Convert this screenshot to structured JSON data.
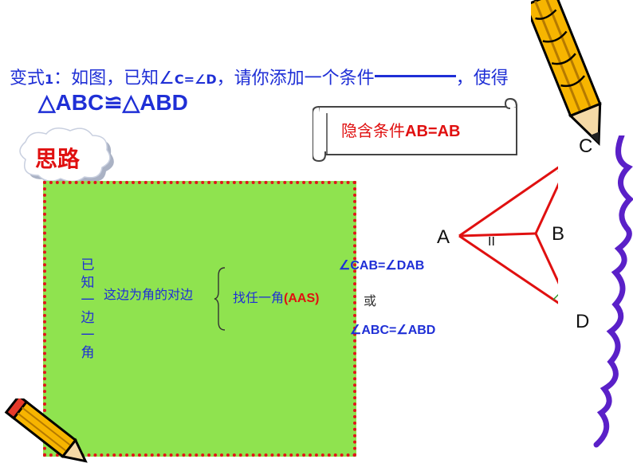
{
  "problem": {
    "title_prefix": "变式",
    "title_num": "1",
    "title_mid": "：如图，已知∠",
    "given": "C=∠D",
    "title_rest": "，请你添加一个条件",
    "title_end": "，使得",
    "congruence": "△ABC≌△ABD"
  },
  "hidden_condition": {
    "label": "隐含条件",
    "value": "AB=AB"
  },
  "thinking": {
    "label": "思路"
  },
  "analysis": {
    "known": "已知一边一角",
    "opposite_side": "这边为角的对边",
    "find_angle": "找任一角",
    "method": "(AAS)",
    "or": "或",
    "angle_option_1": "∠CAB=∠DAB",
    "angle_option_2": "∠ABC=∠ABD"
  },
  "figure": {
    "points": {
      "A": "A",
      "B": "B",
      "C": "C",
      "D": "D"
    },
    "tick_mark": "II",
    "line_color": "#e01010"
  },
  "colors": {
    "primary_text": "#1f2fd6",
    "accent": "#e01010",
    "green_panel": "#8fe34f"
  }
}
